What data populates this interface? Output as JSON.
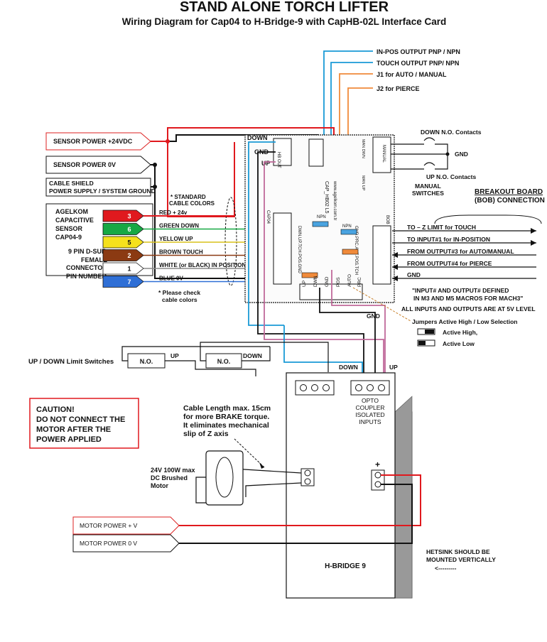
{
  "title": "STAND ALONE TORCH LIFTER",
  "subtitle": "Wiring Diagram for Cap04 to H-Bridge-9 with CapHB-02L Interface Card",
  "top_labels": [
    "IN-POS OUTPUT PNP / NPN",
    "TOUCH OUTPUT PNP/ NPN",
    "J1 for AUTO / MANUAL",
    "J2 for PIERCE"
  ],
  "power": {
    "sensor_24v": "SENSOR POWER +24VDC",
    "sensor_0v": "SENSOR POWER 0V",
    "shield_line1": "CABLE SHIELD",
    "shield_line2": "POWER SUPPLY / SYSTEM GROUND"
  },
  "cable": {
    "std1": "* STANDARD",
    "std2": "CABLE COLORS",
    "check1": "* Please check",
    "check2": "cable colors"
  },
  "sensor": {
    "line1": "AGELKOM",
    "line2": "CAPACITIVE",
    "line3": "SENSOR",
    "line4": "CAP04-9",
    "line5": "9 PIN D-SUB",
    "line6": "FEMALE",
    "line7": "CONNECTOR",
    "line8": "PIN NUMBER"
  },
  "pins": [
    {
      "num": "3",
      "color": "#e0191e",
      "wire": "RED + 24v"
    },
    {
      "num": "6",
      "color": "#17a844",
      "wire": "GREEN  DOWN"
    },
    {
      "num": "5",
      "color": "#f5e11d",
      "wire": "YELLOW UP"
    },
    {
      "num": "2",
      "color": "#8b3a12",
      "wire": "BROWN TOUCH"
    },
    {
      "num": "1",
      "color": "#ffffff",
      "wire": "WHITE (or BLACK) IN POSITION"
    },
    {
      "num": "7",
      "color": "#2f6fd6",
      "wire": "BLUE  0V"
    }
  ],
  "card": {
    "down": "DOWN",
    "gnd": "GND",
    "up": "UP",
    "board_id": "CAP_HB02 L5",
    "web": "www.agelkom.com.tr",
    "npn1": "NPN",
    "npn2": "NPN",
    "label_left": "DWN.UP.TCH.POS.GND",
    "label_right": "GND.PRC.AUT.POS.TCH",
    "bottom_pins": [
      "UP",
      "DWN",
      "GND",
      "POS",
      "AUTO",
      "PRC"
    ],
    "hb_out": "HB OUT",
    "cap04": "CAP04",
    "manual": "MANUAL",
    "bob": "BOB",
    "man_up": "MAN UP",
    "man_dwn": "MAN DWN"
  },
  "manual_switches": {
    "down": "DOWN   N.O. Contacts",
    "gnd": "GND",
    "up": "UP   N.O. Contacts",
    "label1": "MANUAL",
    "label2": "SWITCHES"
  },
  "bob": {
    "heading1": "BREAKOUT BOARD",
    "heading2": "(BOB) CONNECTION",
    "signals": [
      "TO – Z LIMIT for TOUCH",
      "TO INPUT#1 for IN-POSITION",
      "FROM OUTPUT#3 for AUTO/MANUAL",
      "FROM OUTPUT#4 for PIERCE",
      "GND"
    ],
    "note1": "\"INPUT# AND OUTPUT# DEFINED",
    "note2": "IN M3 AND M5 MACROS FOR MACH3\"",
    "note3": "ALL INPUTS AND OUTPUTS ARE AT 5V LEVEL",
    "jumper_title": "Jumpers Active High / Low Selection",
    "active_high": "Active High,",
    "active_low": "Active Low"
  },
  "limits": {
    "label": "UP / DOWN Limit Switches",
    "no1": "N.O.",
    "no2": "N.O.",
    "up": "UP",
    "down": "DOWN"
  },
  "hbridge": {
    "gnd": "GND",
    "down": "DOWN",
    "up": "UP",
    "opto1": "OPTO",
    "opto2": "COUPLER",
    "opto3": "ISOLATED",
    "opto4": "INPUTS",
    "plus": "+",
    "name": "H-BRIDGE 9"
  },
  "caution": {
    "line1": "CAUTION!",
    "line2": "DO NOT CONNECT THE",
    "line3": "MOTOR AFTER THE",
    "line4": "POWER APPLIED"
  },
  "cable_note": {
    "line1": "Cable Length max. 15cm",
    "line2": "for more BRAKE torque.",
    "line3": "It eliminates mechanical",
    "line4": "slip of Z axis"
  },
  "motor": {
    "line1": "24V 100W max",
    "line2": "DC Brushed",
    "line3": "Motor"
  },
  "motor_power": {
    "v": "MOTOR POWER + V",
    "zero": "MOTOR POWER 0 V"
  },
  "heatsink": {
    "line1": "HETSINK SHOULD BE",
    "line2": "MOUNTED VERTICALLY",
    "line3": "<---------"
  },
  "colors": {
    "red": "#e0191e",
    "blue": "#1a9ad6",
    "orange": "#f08a3a",
    "pink": "#c06a9a",
    "black": "#111111"
  }
}
